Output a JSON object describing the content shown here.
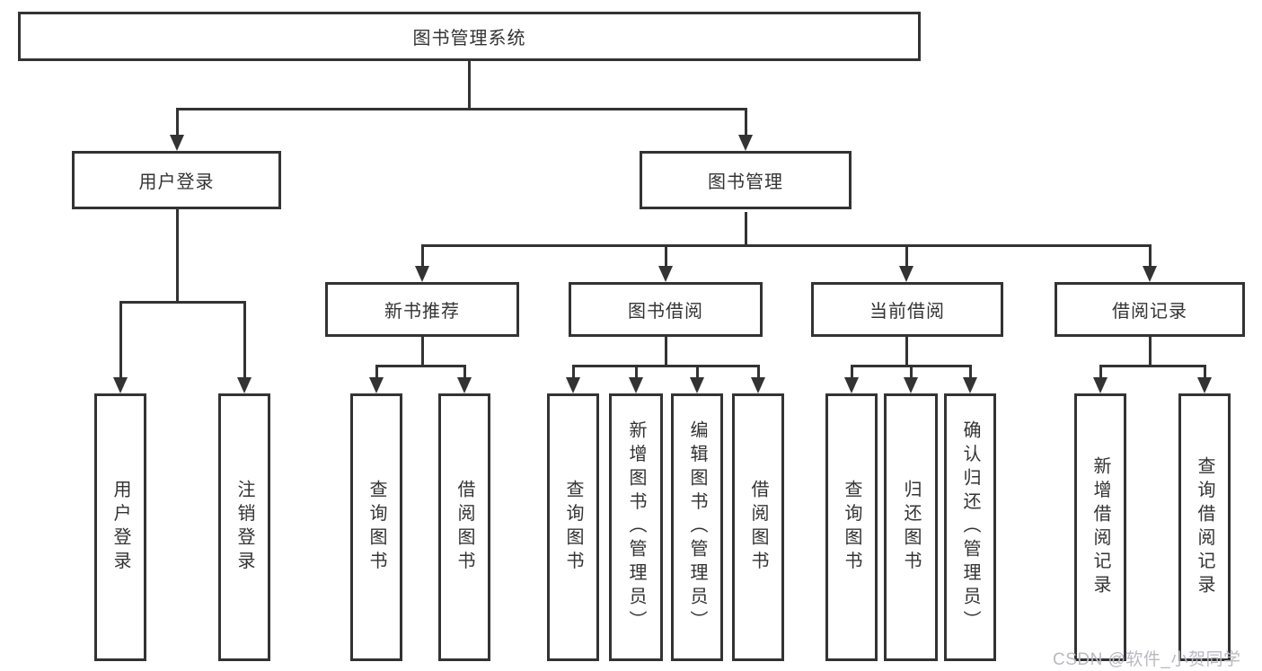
{
  "diagram": {
    "colors": {
      "line": "#333333",
      "text": "#333333",
      "background": "#ffffff",
      "watermark": "#b9bac0"
    },
    "watermark": "CSDN @软件_小贺同学",
    "tree": {
      "root": {
        "label": "图书管理系统"
      },
      "level2": [
        {
          "label": "用户登录"
        },
        {
          "label": "图书管理"
        }
      ],
      "level3": [
        {
          "label": "新书推荐"
        },
        {
          "label": "图书借阅"
        },
        {
          "label": "当前借阅"
        },
        {
          "label": "借阅记录"
        }
      ],
      "leaves": {
        "user_login": [
          "用户登录",
          "注销登录"
        ],
        "new_book": [
          "查询图书",
          "借阅图书"
        ],
        "book_borrow": [
          "查询图书",
          "新增图书（管理员）",
          "编辑图书（管理员）",
          "借阅图书"
        ],
        "current_borrow": [
          "查询图书",
          "归还图书",
          "确认归还（管理员）"
        ],
        "borrow_records": [
          "新增借阅记录",
          "查询借阅记录"
        ]
      }
    }
  }
}
